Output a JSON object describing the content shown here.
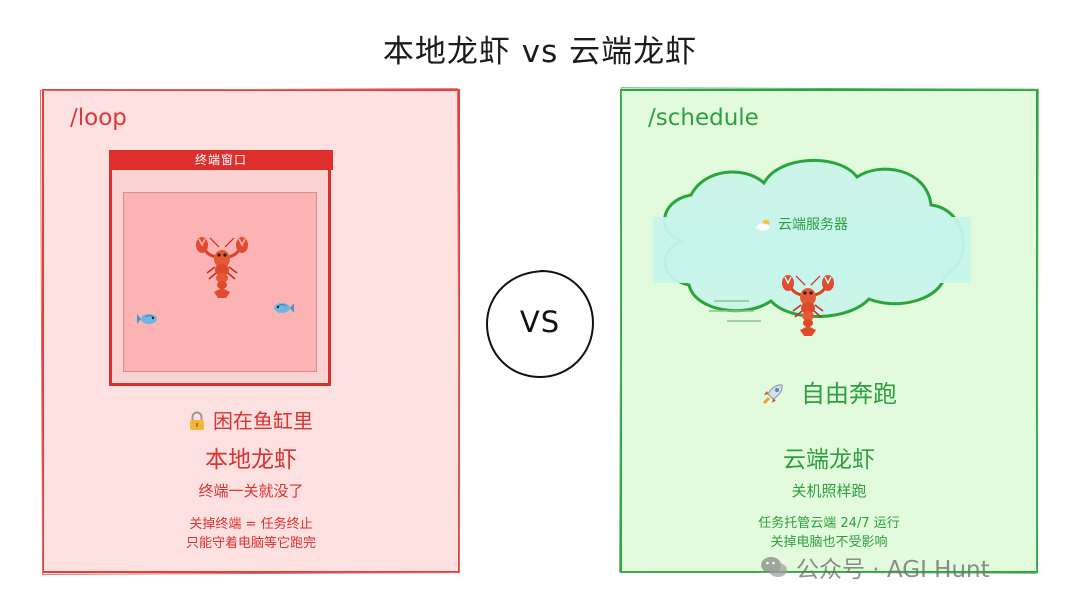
{
  "title": "本地龙虾  vs  云端龙虾",
  "vs_label": "VS",
  "left": {
    "label": "/loop",
    "terminal_title": "终端窗口",
    "status_icon": "lock-icon",
    "status": "困在鱼缸里",
    "name": "本地龙虾",
    "subtitle": "终端一关就没了",
    "note_line1": "关掉终端 = 任务终止",
    "note_line2": "只能守着电脑等它跑完",
    "colors": {
      "accent": "#d83432",
      "background": "#fde0e0",
      "tank": "#fcb3b3"
    }
  },
  "right": {
    "label": "/schedule",
    "cloud_icon": "sun-cloud-icon",
    "cloud_label": "云端服务器",
    "tagline_icon": "rocket-icon",
    "tagline": "自由奔跑",
    "name": "云端龙虾",
    "subtitle": "关机照样跑",
    "note_line1": "任务托管云端 24/7 运行",
    "note_line2": "关掉电脑也不受影响",
    "colors": {
      "accent": "#2f9f3f",
      "background": "#e1fbdc",
      "cloud": "#c9f6ea"
    }
  },
  "watermark": "公众号 · AGI Hunt"
}
